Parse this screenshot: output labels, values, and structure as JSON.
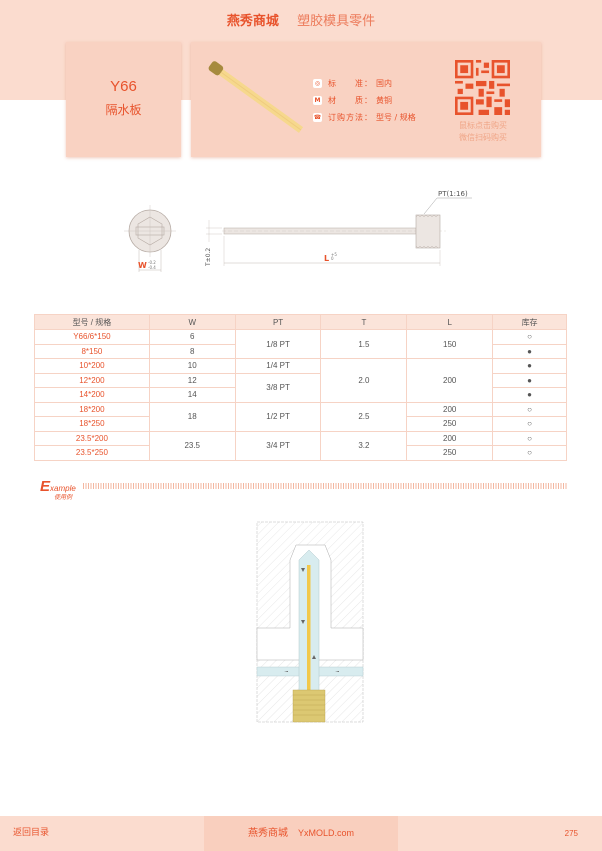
{
  "header": {
    "brand": "燕秀商城",
    "subtitle": "塑胶模具零件"
  },
  "product": {
    "code": "Y66",
    "name": "隔水板",
    "specs": [
      {
        "icon": "standard-icon",
        "glyph": "◎",
        "label": "标　　准：",
        "value": "国内"
      },
      {
        "icon": "material-icon",
        "glyph": "M",
        "label": "材　　质：",
        "value": "黄铜"
      },
      {
        "icon": "phone-icon",
        "glyph": "☎",
        "label": "订购方法：",
        "value": "型号 / 规格"
      }
    ],
    "qr_caption": [
      "鼠标点击购买",
      "微信扫码购买"
    ]
  },
  "drawing": {
    "pt_label": "PT(1:16)",
    "t_label": "T±0.2",
    "l_label": "L",
    "l_tol_upper": "+5",
    "l_tol_lower": "0",
    "w_label": "W",
    "w_tol_upper": "-0.2",
    "w_tol_lower": "-0.4"
  },
  "table": {
    "headers": [
      "型号 / 规格",
      "W",
      "PT",
      "T",
      "L",
      "库存"
    ],
    "rows": [
      {
        "model": "Y66/6*150",
        "W": "6",
        "PT": "1/8 PT",
        "T": "1.5",
        "L": "150",
        "stock": "○"
      },
      {
        "model": "8*150",
        "W": "8",
        "PT": "1/8 PT",
        "T": "1.5",
        "L": "150",
        "stock": "●"
      },
      {
        "model": "10*200",
        "W": "10",
        "PT": "1/4 PT",
        "T": "2.0",
        "L": "200",
        "stock": "●"
      },
      {
        "model": "12*200",
        "W": "12",
        "PT": "3/8 PT",
        "T": "2.0",
        "L": "200",
        "stock": "●"
      },
      {
        "model": "14*200",
        "W": "14",
        "PT": "3/8 PT",
        "T": "2.0",
        "L": "200",
        "stock": "●"
      },
      {
        "model": "18*200",
        "W": "18",
        "PT": "1/2 PT",
        "T": "2.5",
        "L": "200",
        "stock": "○"
      },
      {
        "model": "18*250",
        "W": "18",
        "PT": "1/2 PT",
        "T": "2.5",
        "L": "250",
        "stock": "○"
      },
      {
        "model": "23.5*200",
        "W": "23.5",
        "PT": "3/4 PT",
        "T": "3.2",
        "L": "200",
        "stock": "○"
      },
      {
        "model": "23.5*250",
        "W": "23.5",
        "PT": "3/4 PT",
        "T": "3.2",
        "L": "250",
        "stock": "○"
      }
    ]
  },
  "example": {
    "E": "E",
    "rest": "xample",
    "cn": "使用例"
  },
  "footer": {
    "back": "返回目录",
    "brand": "燕秀商城",
    "site": "YxMOLD.com",
    "page": "275"
  },
  "colors": {
    "accent": "#e8532c",
    "band": "#fbdccf",
    "card": "#f9d2c2"
  }
}
